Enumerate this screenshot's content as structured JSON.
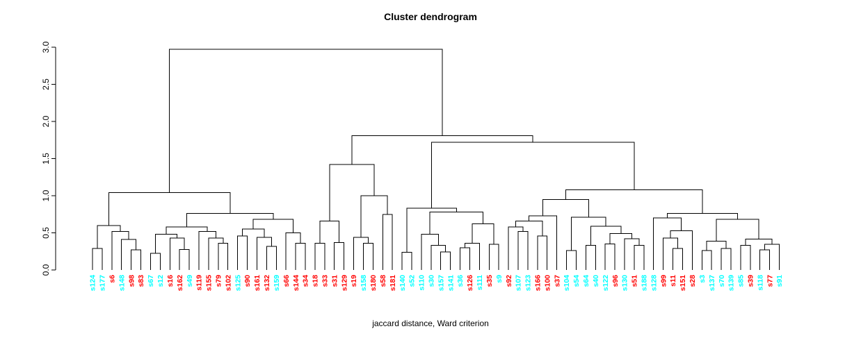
{
  "title": "Cluster dendrogram",
  "xlabel": "jaccard distance, Ward criterion",
  "colors": {
    "red": "#ff0000",
    "cyan": "#00ffff",
    "line": "#000000",
    "text": "#000000"
  },
  "axis": {
    "ticks": [
      "0.0",
      "0.5",
      "1.0",
      "1.5",
      "2.0",
      "2.5",
      "3.0"
    ],
    "values": [
      0,
      0.5,
      1.0,
      1.5,
      2.0,
      2.5,
      3.0
    ]
  },
  "chart_data": {
    "type": "dendrogram",
    "title": "Cluster dendrogram",
    "xlabel": "jaccard distance, Ward criterion",
    "ylim": [
      0,
      3.0
    ],
    "leaves": [
      {
        "label": "s124",
        "cluster": "cyan"
      },
      {
        "label": "s177",
        "cluster": "cyan"
      },
      {
        "label": "s6",
        "cluster": "red"
      },
      {
        "label": "s148",
        "cluster": "cyan"
      },
      {
        "label": "s98",
        "cluster": "red"
      },
      {
        "label": "s83",
        "cluster": "red"
      },
      {
        "label": "s67",
        "cluster": "cyan"
      },
      {
        "label": "s12",
        "cluster": "cyan"
      },
      {
        "label": "s16",
        "cluster": "red"
      },
      {
        "label": "s162",
        "cluster": "red"
      },
      {
        "label": "s49",
        "cluster": "cyan"
      },
      {
        "label": "s119",
        "cluster": "red"
      },
      {
        "label": "s155",
        "cluster": "red"
      },
      {
        "label": "s79",
        "cluster": "red"
      },
      {
        "label": "s102",
        "cluster": "red"
      },
      {
        "label": "s125",
        "cluster": "cyan"
      },
      {
        "label": "s90",
        "cluster": "red"
      },
      {
        "label": "s161",
        "cluster": "red"
      },
      {
        "label": "s132",
        "cluster": "red"
      },
      {
        "label": "s159",
        "cluster": "cyan"
      },
      {
        "label": "s66",
        "cluster": "red"
      },
      {
        "label": "s144",
        "cluster": "red"
      },
      {
        "label": "s34",
        "cluster": "red"
      },
      {
        "label": "s18",
        "cluster": "red"
      },
      {
        "label": "s33",
        "cluster": "red"
      },
      {
        "label": "s31",
        "cluster": "red"
      },
      {
        "label": "s129",
        "cluster": "red"
      },
      {
        "label": "s19",
        "cluster": "red"
      },
      {
        "label": "s158",
        "cluster": "cyan"
      },
      {
        "label": "s180",
        "cluster": "red"
      },
      {
        "label": "s58",
        "cluster": "red"
      },
      {
        "label": "s181",
        "cluster": "red"
      },
      {
        "label": "s140",
        "cluster": "cyan"
      },
      {
        "label": "s52",
        "cluster": "cyan"
      },
      {
        "label": "s110",
        "cluster": "cyan"
      },
      {
        "label": "s30",
        "cluster": "cyan"
      },
      {
        "label": "s157",
        "cluster": "cyan"
      },
      {
        "label": "s141",
        "cluster": "cyan"
      },
      {
        "label": "s36",
        "cluster": "cyan"
      },
      {
        "label": "s126",
        "cluster": "red"
      },
      {
        "label": "s111",
        "cluster": "cyan"
      },
      {
        "label": "s35",
        "cluster": "red"
      },
      {
        "label": "s9",
        "cluster": "cyan"
      },
      {
        "label": "s92",
        "cluster": "red"
      },
      {
        "label": "s107",
        "cluster": "cyan"
      },
      {
        "label": "s123",
        "cluster": "cyan"
      },
      {
        "label": "s166",
        "cluster": "red"
      },
      {
        "label": "s100",
        "cluster": "red"
      },
      {
        "label": "s37",
        "cluster": "red"
      },
      {
        "label": "s104",
        "cluster": "cyan"
      },
      {
        "label": "s54",
        "cluster": "cyan"
      },
      {
        "label": "s64",
        "cluster": "cyan"
      },
      {
        "label": "s40",
        "cluster": "cyan"
      },
      {
        "label": "s122",
        "cluster": "cyan"
      },
      {
        "label": "s96",
        "cluster": "red"
      },
      {
        "label": "s130",
        "cluster": "cyan"
      },
      {
        "label": "s51",
        "cluster": "red"
      },
      {
        "label": "s188",
        "cluster": "cyan"
      },
      {
        "label": "s128",
        "cluster": "cyan"
      },
      {
        "label": "s99",
        "cluster": "red"
      },
      {
        "label": "s11",
        "cluster": "red"
      },
      {
        "label": "s151",
        "cluster": "red"
      },
      {
        "label": "s28",
        "cluster": "red"
      },
      {
        "label": "s3",
        "cluster": "cyan"
      },
      {
        "label": "s137",
        "cluster": "cyan"
      },
      {
        "label": "s70",
        "cluster": "cyan"
      },
      {
        "label": "s139",
        "cluster": "cyan"
      },
      {
        "label": "s85",
        "cluster": "cyan"
      },
      {
        "label": "s39",
        "cluster": "red"
      },
      {
        "label": "s118",
        "cluster": "cyan"
      },
      {
        "label": "s77",
        "cluster": "red"
      },
      {
        "label": "s91",
        "cluster": "cyan"
      }
    ],
    "merges": {
      "h": 2.97,
      "c": [
        {
          "h": 1.04,
          "c": [
            {
              "h": 0.6,
              "c": [
                {
                  "h": 0.29,
                  "c": [
                    "s124",
                    "s177"
                  ]
                },
                {
                  "h": 0.52,
                  "c": [
                    "s6",
                    {
                      "h": 0.41,
                      "c": [
                        "s148",
                        {
                          "h": 0.27,
                          "c": [
                            "s98",
                            "s83"
                          ]
                        }
                      ]
                    }
                  ]
                }
              ]
            },
            {
              "h": 0.76,
              "c": [
                {
                  "h": 0.58,
                  "c": [
                    {
                      "h": 0.48,
                      "c": [
                        {
                          "h": 0.225,
                          "c": [
                            "s67",
                            "s12"
                          ]
                        },
                        {
                          "h": 0.43,
                          "c": [
                            "s16",
                            {
                              "h": 0.275,
                              "c": [
                                "s162",
                                "s49"
                              ]
                            }
                          ]
                        }
                      ]
                    },
                    {
                      "h": 0.52,
                      "c": [
                        "s119",
                        {
                          "h": 0.43,
                          "c": [
                            "s155",
                            {
                              "h": 0.36,
                              "c": [
                                "s79",
                                "s102"
                              ]
                            }
                          ]
                        }
                      ]
                    }
                  ]
                },
                {
                  "h": 0.68,
                  "c": [
                    {
                      "h": 0.55,
                      "c": [
                        {
                          "h": 0.46,
                          "c": [
                            "s125",
                            "s90"
                          ]
                        },
                        {
                          "h": 0.44,
                          "c": [
                            "s161",
                            {
                              "h": 0.32,
                              "c": [
                                "s132",
                                "s159"
                              ]
                            }
                          ]
                        }
                      ]
                    },
                    {
                      "h": 0.5,
                      "c": [
                        "s66",
                        {
                          "h": 0.36,
                          "c": [
                            "s144",
                            "s34"
                          ]
                        }
                      ]
                    }
                  ]
                }
              ]
            }
          ]
        },
        {
          "h": 1.81,
          "c": [
            {
              "h": 1.42,
              "c": [
                {
                  "h": 0.66,
                  "c": [
                    {
                      "h": 0.36,
                      "c": [
                        "s18",
                        "s33"
                      ]
                    },
                    {
                      "h": 0.37,
                      "c": [
                        "s31",
                        "s129"
                      ]
                    }
                  ]
                },
                {
                  "h": 1.0,
                  "c": [
                    {
                      "h": 0.44,
                      "c": [
                        "s19",
                        {
                          "h": 0.36,
                          "c": [
                            "s158",
                            "s180"
                          ]
                        }
                      ]
                    },
                    {
                      "h": 0.75,
                      "c": [
                        "s58",
                        "s181"
                      ]
                    }
                  ]
                }
              ]
            },
            {
              "h": 1.72,
              "c": [
                {
                  "h": 0.83,
                  "c": [
                    {
                      "h": 0.24,
                      "c": [
                        "s140",
                        "s52"
                      ]
                    },
                    {
                      "h": 0.78,
                      "c": [
                        {
                          "h": 0.48,
                          "c": [
                            "s110",
                            {
                              "h": 0.33,
                              "c": [
                                "s30",
                                {
                                  "h": 0.245,
                                  "c": [
                                    "s157",
                                    "s141"
                                  ]
                                }
                              ]
                            }
                          ]
                        },
                        {
                          "h": 0.62,
                          "c": [
                            {
                              "h": 0.36,
                              "c": [
                                {
                                  "h": 0.3,
                                  "c": [
                                    "s36",
                                    "s126"
                                  ]
                                },
                                "s111"
                              ]
                            },
                            {
                              "h": 0.345,
                              "c": [
                                "s35",
                                "s9"
                              ]
                            }
                          ]
                        }
                      ]
                    }
                  ]
                },
                {
                  "h": 1.08,
                  "c": [
                    {
                      "h": 0.95,
                      "c": [
                        {
                          "h": 0.73,
                          "c": [
                            {
                              "h": 0.66,
                              "c": [
                                {
                                  "h": 0.58,
                                  "c": [
                                    "s92",
                                    {
                                      "h": 0.52,
                                      "c": [
                                        "s107",
                                        "s123"
                                      ]
                                    }
                                  ]
                                },
                                {
                                  "h": 0.46,
                                  "c": [
                                    "s166",
                                    "s100"
                                  ]
                                }
                              ]
                            },
                            "s37"
                          ]
                        },
                        {
                          "h": 0.71,
                          "c": [
                            {
                              "h": 0.26,
                              "c": [
                                "s104",
                                "s54"
                              ]
                            },
                            {
                              "h": 0.59,
                              "c": [
                                {
                                  "h": 0.33,
                                  "c": [
                                    "s64",
                                    "s40"
                                  ]
                                },
                                {
                                  "h": 0.49,
                                  "c": [
                                    {
                                      "h": 0.35,
                                      "c": [
                                        "s122",
                                        "s96"
                                      ]
                                    },
                                    {
                                      "h": 0.42,
                                      "c": [
                                        "s130",
                                        {
                                          "h": 0.33,
                                          "c": [
                                            "s51",
                                            "s188"
                                          ]
                                        }
                                      ]
                                    }
                                  ]
                                }
                              ]
                            }
                          ]
                        }
                      ]
                    },
                    {
                      "h": 0.76,
                      "c": [
                        {
                          "h": 0.7,
                          "c": [
                            "s128",
                            {
                              "h": 0.53,
                              "c": [
                                {
                                  "h": 0.43,
                                  "c": [
                                    "s99",
                                    {
                                      "h": 0.29,
                                      "c": [
                                        "s11",
                                        "s151"
                                      ]
                                    }
                                  ]
                                },
                                "s28"
                              ]
                            }
                          ]
                        },
                        {
                          "h": 0.68,
                          "c": [
                            {
                              "h": 0.39,
                              "c": [
                                {
                                  "h": 0.26,
                                  "c": [
                                    "s3",
                                    "s137"
                                  ]
                                },
                                {
                                  "h": 0.29,
                                  "c": [
                                    "s70",
                                    "s139"
                                  ]
                                }
                              ]
                            },
                            {
                              "h": 0.415,
                              "c": [
                                {
                                  "h": 0.33,
                                  "c": [
                                    "s85",
                                    "s39"
                                  ]
                                },
                                {
                                  "h": 0.345,
                                  "c": [
                                    {
                                      "h": 0.27,
                                      "c": [
                                        "s118",
                                        "s77"
                                      ]
                                    },
                                    "s91"
                                  ]
                                }
                              ]
                            }
                          ]
                        }
                      ]
                    }
                  ]
                }
              ]
            }
          ]
        }
      ]
    }
  }
}
